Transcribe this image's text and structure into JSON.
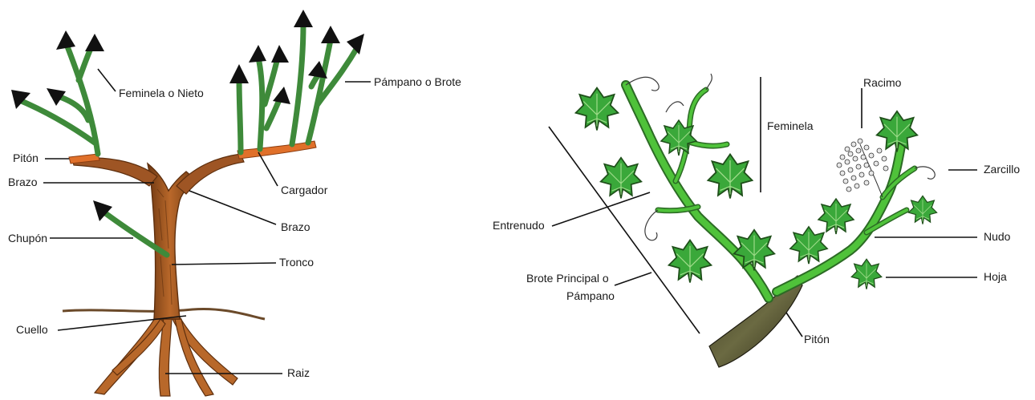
{
  "left_diagram": {
    "labels": {
      "feminela_o_nieto": "Feminela o Nieto",
      "pampano_o_brote": "Pámpano o Brote",
      "piton": "Pitón",
      "brazo_left": "Brazo",
      "cargador": "Cargador",
      "brazo_right": "Brazo",
      "chupon": "Chupón",
      "tronco": "Tronco",
      "cuello": "Cuello",
      "raiz": "Raiz"
    }
  },
  "right_diagram": {
    "labels": {
      "racimo": "Racimo",
      "feminela": "Feminela",
      "zarcillo": "Zarcillo",
      "entrenudo": "Entrenudo",
      "nudo": "Nudo",
      "brote_principal_line1": "Brote Principal o",
      "brote_principal_line2": "Pámpano",
      "hoja": "Hoja",
      "piton": "Pitón"
    }
  },
  "colors": {
    "trunk": "#a35a22",
    "trunk_dark": "#5e2f0e",
    "cane": "#e0702a",
    "shoot_green": "#3e8a3a",
    "leaf_green": "#3aa83a",
    "vine_light": "#4fc23a",
    "vine_dark": "#2c6b25",
    "label_text": "#1a1a1a"
  }
}
